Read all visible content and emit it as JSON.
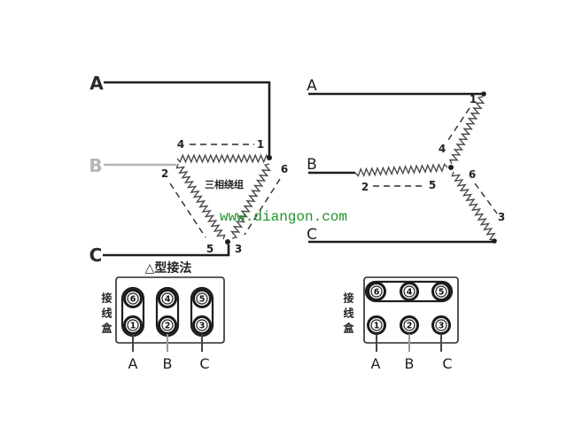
{
  "delta": {
    "phases": {
      "a": "A",
      "b": "B",
      "c": "C"
    },
    "coil_ends": {
      "t1": "1",
      "t2": "2",
      "t3": "3",
      "t4": "4",
      "t5": "5",
      "t6": "6"
    },
    "winding_label": "三相绕组",
    "caption": "△型接法",
    "terminal_box": {
      "label": "接线盒",
      "top_row": [
        "6",
        "4",
        "5"
      ],
      "bottom_row": [
        "1",
        "2",
        "3"
      ],
      "leads": [
        "A",
        "B",
        "C"
      ]
    }
  },
  "star": {
    "phases": {
      "a": "A",
      "b": "B",
      "c": "C"
    },
    "coil_ends": {
      "t1": "1",
      "t2": "2",
      "t3": "3",
      "t4": "4",
      "t5": "5",
      "t6": "6"
    },
    "terminal_box": {
      "label": "接线盒",
      "top_row": [
        "6",
        "4",
        "5"
      ],
      "bottom_row": [
        "1",
        "2",
        "3"
      ],
      "leads": [
        "A",
        "B",
        "C"
      ]
    }
  },
  "watermark": "www.diangon.com",
  "colors": {
    "wire": "#1e1e1e",
    "phase_b": "#b5b5b5",
    "coil": "#4a4a4a",
    "watermark": "#22922a"
  }
}
